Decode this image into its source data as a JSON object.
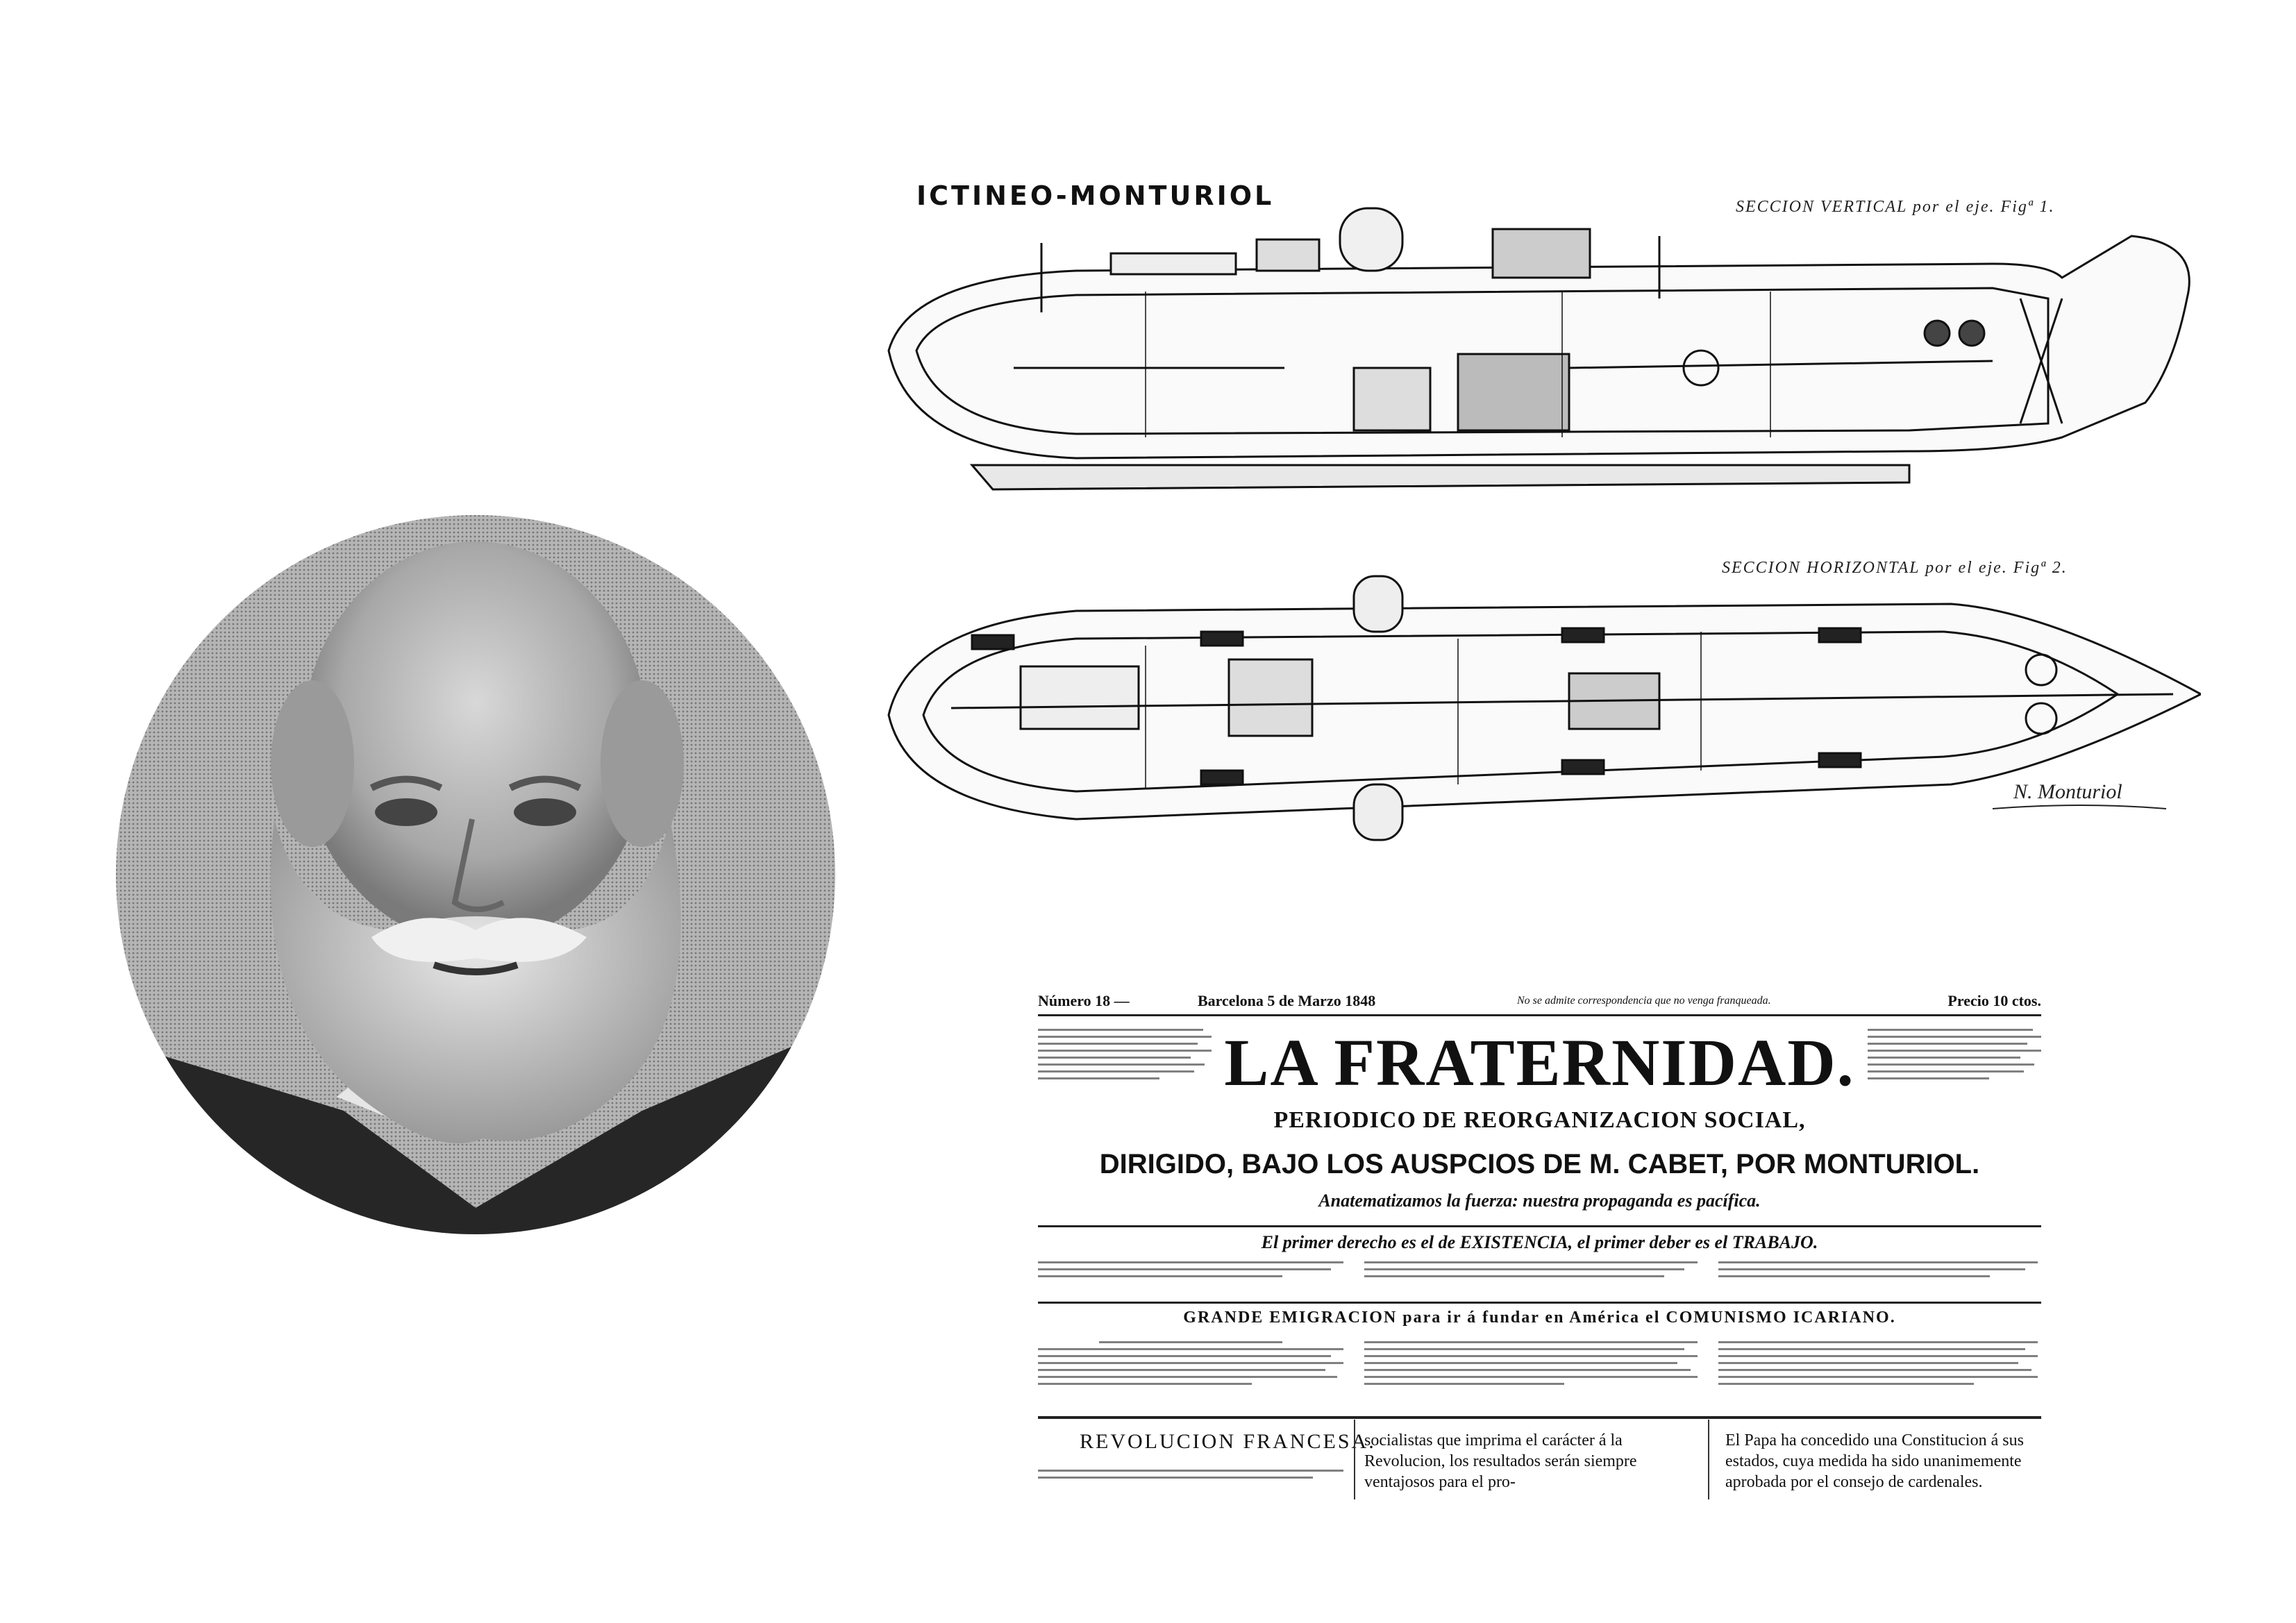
{
  "blueprint": {
    "title": "ICTINEO-MONTURIOL",
    "fig1_caption": "SECCION VERTICAL por el eje. Figª 1.",
    "fig2_caption": "SECCION HORIZONTAL por el eje. Figª 2.",
    "signature": "N. Monturiol"
  },
  "newspaper": {
    "number": "Número 18 —",
    "place_date": "Barcelona 5 de Marzo 1848",
    "notice": "No se admite correspondencia que no venga franqueada.",
    "price": "Precio 10 ctos.",
    "masthead": "LA FRATERNIDAD.",
    "subtitle": "PERIODICO DE REORGANIZACION SOCIAL,",
    "directed": "DIRIGIDO, BAJO LOS AUSPCIOS DE M. CABET, POR MONTURIOL.",
    "motto": "Anatematizamos la fuerza: nuestra propaganda es pacífica.",
    "banner1": "El primer derecho es el de EXISTENCIA, el primer deber es el TRABAJO.",
    "banner2": "GRANDE EMIGRACION para ir á fundar en América el COMUNISMO ICARIANO.",
    "col1_title": "REVOLUCION FRANCESA.",
    "col2_text": "socialistas que imprima el carácter á la Revolucion, los resultados serán siempre ventajosos para el pro-",
    "col3_text": "El Papa ha concedido una Constitucion á sus estados, cuya medida ha sido unanimemente aprobada por el consejo de cardenales."
  }
}
